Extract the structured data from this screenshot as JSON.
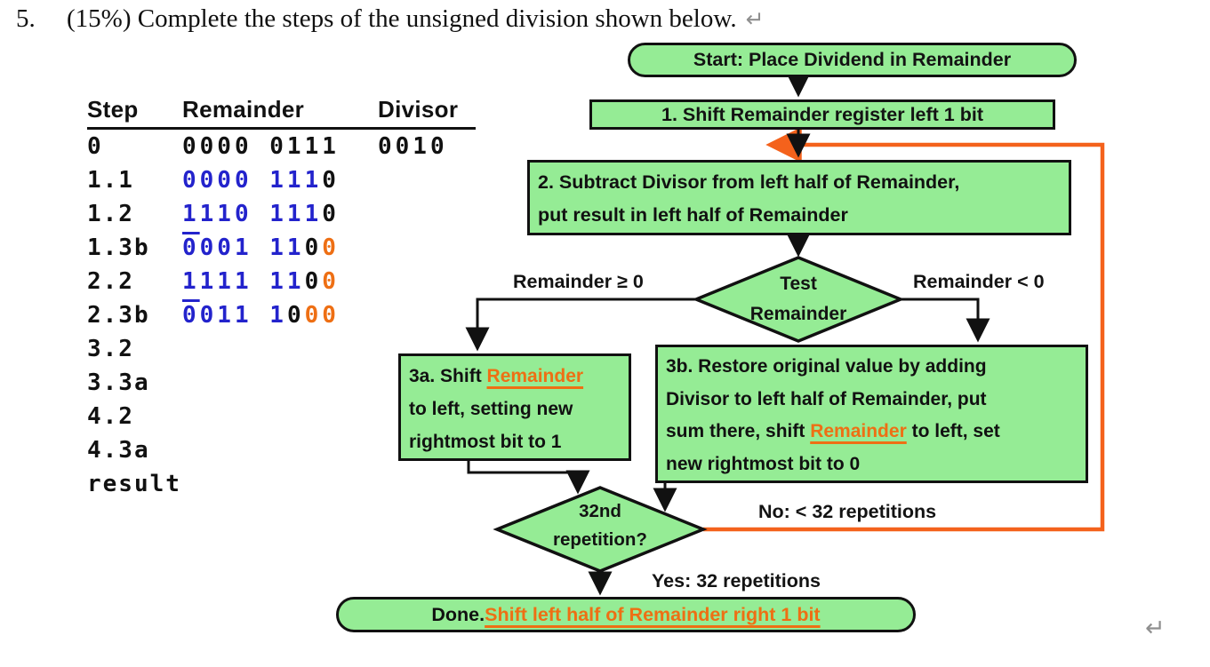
{
  "title": {
    "number": "5.",
    "text": "(15%) Complete the steps of the unsigned division shown below.",
    "return_mark": "↵"
  },
  "table": {
    "headers": [
      "Step",
      "Remainder",
      "Divisor"
    ],
    "rows": [
      {
        "step": "0",
        "remainder": [
          {
            "t": "0000 0111",
            "c": "k"
          }
        ],
        "divisor": "0010"
      },
      {
        "step": "1.1",
        "remainder": [
          {
            "t": "0000 111",
            "c": "b"
          },
          {
            "t": "0",
            "c": "k"
          }
        ],
        "divisor": ""
      },
      {
        "step": "1.2",
        "remainder": [
          {
            "t": "1110 111",
            "c": "b"
          },
          {
            "t": "0",
            "c": "k"
          }
        ],
        "divisor": ""
      },
      {
        "step": "1.3b",
        "remainder": [
          {
            "t": "0",
            "c": "ob"
          },
          {
            "t": "001 11",
            "c": "b"
          },
          {
            "t": "0",
            "c": "k"
          },
          {
            "t": "0",
            "c": "o"
          }
        ],
        "divisor": ""
      },
      {
        "step": "2.2",
        "remainder": [
          {
            "t": "1111 11",
            "c": "b"
          },
          {
            "t": "0",
            "c": "k"
          },
          {
            "t": "0",
            "c": "o"
          }
        ],
        "divisor": ""
      },
      {
        "step": "2.3b",
        "remainder": [
          {
            "t": "0",
            "c": "ob"
          },
          {
            "t": "011 1",
            "c": "b"
          },
          {
            "t": "0",
            "c": "k"
          },
          {
            "t": "00",
            "c": "o"
          }
        ],
        "divisor": ""
      },
      {
        "step": "3.2",
        "remainder": [],
        "divisor": ""
      },
      {
        "step": "3.3a",
        "remainder": [],
        "divisor": ""
      },
      {
        "step": "4.2",
        "remainder": [],
        "divisor": ""
      },
      {
        "step": "4.3a",
        "remainder": [],
        "divisor": ""
      },
      {
        "step": "result",
        "remainder": [],
        "divisor": ""
      }
    ]
  },
  "flowchart": {
    "start_label": "Start: Place Dividend in Remainder",
    "box1_label": "1. Shift Remainder register left 1 bit",
    "box2_lines": [
      [
        {
          "t": "2. Subtract Divisor from left half of Remainder,",
          "c": "k"
        }
      ],
      [
        {
          "t": "put result in left half of Remainder",
          "c": "k"
        }
      ]
    ],
    "test_diamond": {
      "line1": "Test",
      "line2": "Remainder"
    },
    "label_ge": "Remainder ≥ 0",
    "label_lt": "Remainder < 0",
    "box3a_lines": [
      [
        {
          "t": "3a. Shift ",
          "c": "k"
        },
        {
          "t": "Remainder",
          "c": "ou"
        }
      ],
      [
        {
          "t": "to left, setting new",
          "c": "k"
        }
      ],
      [
        {
          "t": "rightmost bit to 1",
          "c": "k"
        }
      ]
    ],
    "box3b_lines": [
      [
        {
          "t": "3b. Restore original value by adding",
          "c": "k"
        }
      ],
      [
        {
          "t": "Divisor to left half of Remainder, put",
          "c": "k"
        }
      ],
      [
        {
          "t": "sum there, shift ",
          "c": "k"
        },
        {
          "t": "Remainder",
          "c": "ou"
        },
        {
          "t": " to left, set",
          "c": "k"
        }
      ],
      [
        {
          "t": "new rightmost bit to 0",
          "c": "k"
        }
      ]
    ],
    "rep_diamond": {
      "line1": "32nd",
      "line2": "repetition?"
    },
    "label_no": "No: < 32 repetitions",
    "label_yes": "Yes: 32 repetitions",
    "done_segments": [
      {
        "t": "Done. ",
        "c": "k"
      },
      {
        "t": "Shift left half of Remainder right 1 bit",
        "c": "ou"
      }
    ]
  },
  "colors": {
    "box_green": "#95EC95",
    "border_black": "#111111",
    "digit_blue": "#2323CC",
    "digit_orange": "#EE6F14",
    "loop_orange": "#F4621C",
    "return_mark_gray": "#8F8F8F"
  }
}
